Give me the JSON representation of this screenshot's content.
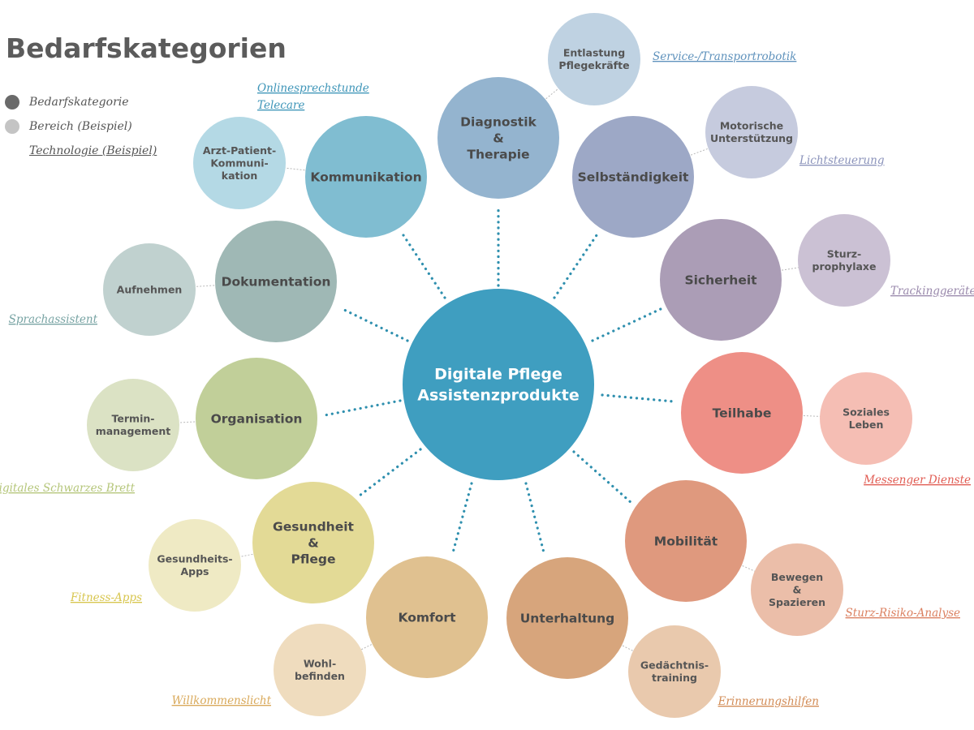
{
  "title": "Bedarfskategorien",
  "legend": {
    "category_label": "Bedarfskategorie",
    "area_label": "Bereich (Beispiel)",
    "technology_label": "Technologie (Beispiel)",
    "category_color": "#6a6a6a",
    "area_color": "#c4c4c4"
  },
  "center": {
    "lines": [
      "Digitale Pflege",
      "Assistenzprodukte"
    ],
    "color": "#3f9ec0",
    "text_color": "#ffffff"
  },
  "categories": [
    {
      "id": "diagnostik",
      "lines": [
        "Diagnostik",
        "&",
        "Therapie"
      ],
      "color": "#94b4cf",
      "area": [
        "Entlastung",
        "Pflegekräfte"
      ],
      "area_color": "#bfd2e2",
      "tech": "Service-/Transportrobotik",
      "tech_color": "#5f92bc"
    },
    {
      "id": "selbstaendigkeit",
      "lines": [
        "Selbständigkeit"
      ],
      "color": "#9da8c6",
      "area": [
        "Motorische",
        "Unterstützung"
      ],
      "area_color": "#c6cbde",
      "tech": "Lichtsteuerung",
      "tech_color": "#8b93bb"
    },
    {
      "id": "sicherheit",
      "lines": [
        "Sicherheit"
      ],
      "color": "#ab9db6",
      "area": [
        "Sturz-",
        "prophylaxe"
      ],
      "area_color": "#cbc1d4",
      "tech": "Trackinggeräte",
      "tech_color": "#9a89ac"
    },
    {
      "id": "teilhabe",
      "lines": [
        "Teilhabe"
      ],
      "color": "#ee8f86",
      "area": [
        "Soziales",
        "Leben"
      ],
      "area_color": "#f5beb4",
      "tech": "Messenger Dienste",
      "tech_color": "#e15c53"
    },
    {
      "id": "mobilitaet",
      "lines": [
        "Mobilität"
      ],
      "color": "#df997e",
      "area": [
        "Bewegen",
        "&",
        "Spazieren"
      ],
      "area_color": "#ebbea9",
      "tech": "Sturz-Risiko-Analyse",
      "tech_color": "#db8060"
    },
    {
      "id": "unterhaltung",
      "lines": [
        "Unterhaltung"
      ],
      "color": "#d7a57c",
      "area": [
        "Gedächtnis-",
        "training"
      ],
      "area_color": "#e9c9ad",
      "tech": "Erinnerungshilfen",
      "tech_color": "#d28b55"
    },
    {
      "id": "komfort",
      "lines": [
        "Komfort"
      ],
      "color": "#e0c190",
      "area": [
        "Wohl-",
        "befinden"
      ],
      "area_color": "#efdcbe",
      "tech": "Willkommenslicht",
      "tech_color": "#d9a95a"
    },
    {
      "id": "gesundheit",
      "lines": [
        "Gesundheit",
        "&",
        "Pflege"
      ],
      "color": "#e3da96",
      "area": [
        "Gesundheits-",
        "Apps"
      ],
      "area_color": "#efeac4",
      "tech": "Fitness-Apps",
      "tech_color": "#d8c64f"
    },
    {
      "id": "organisation",
      "lines": [
        "Organisation"
      ],
      "color": "#c1cf99",
      "area": [
        "Termin-",
        "management"
      ],
      "area_color": "#dbe2c4",
      "tech": "Digitales Schwarzes Brett",
      "tech_color": "#b5c67a"
    },
    {
      "id": "dokumentation",
      "lines": [
        "Dokumentation"
      ],
      "color": "#9fb8b5",
      "area": [
        "Aufnehmen"
      ],
      "area_color": "#c0d1cf",
      "tech": "Sprachassistent",
      "tech_color": "#77a3a3"
    },
    {
      "id": "kommunikation",
      "lines": [
        "Kommunikation"
      ],
      "color": "#80bdd1",
      "area": [
        "Arzt-Patient-",
        "Kommuni-",
        "kation"
      ],
      "area_color": "#b4d9e5",
      "tech": "Onlinesprechstunde\nTelecare",
      "tech_color": "#3e95b8"
    }
  ]
}
